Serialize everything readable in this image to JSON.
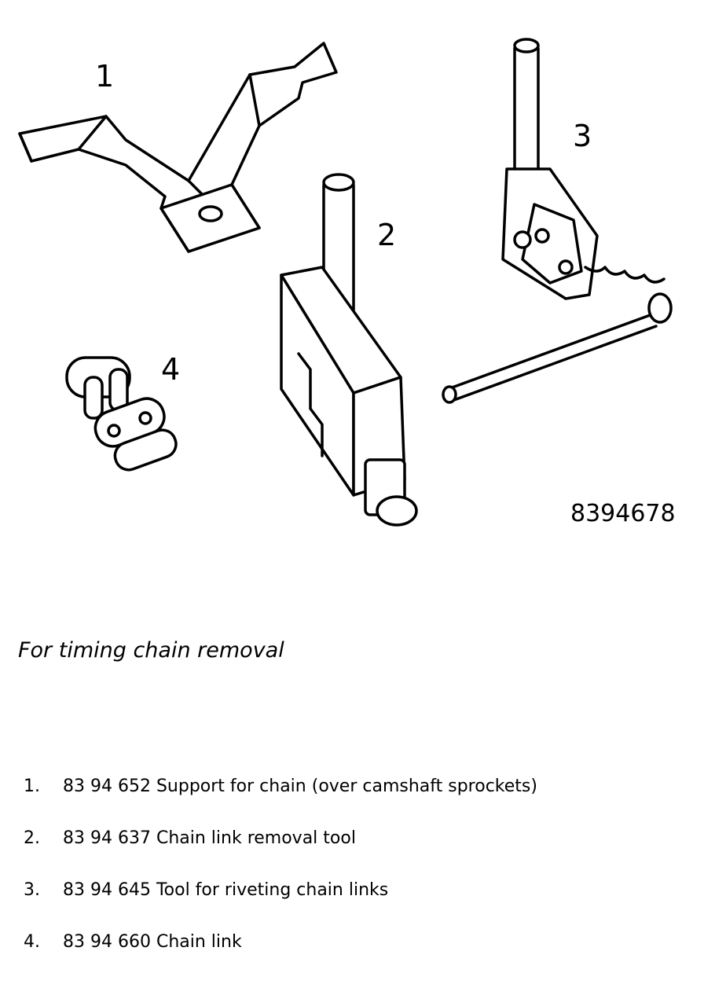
{
  "illustration": {
    "callouts": [
      "1",
      "2",
      "3",
      "4"
    ],
    "figure_number": "8394678"
  },
  "caption": "For timing chain removal",
  "parts": [
    {
      "index": "1.",
      "text": "83 94 652 Support for chain (over camshaft sprockets)"
    },
    {
      "index": "2.",
      "text": "83 94 637 Chain link removal tool"
    },
    {
      "index": "3.",
      "text": "83 94 645 Tool for riveting chain links"
    },
    {
      "index": "4.",
      "text": "83 94 660 Chain link"
    }
  ]
}
